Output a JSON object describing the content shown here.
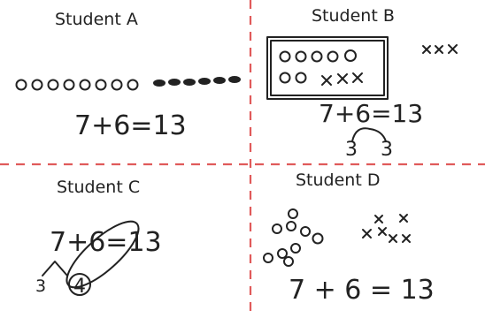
{
  "quadrants": {
    "a": {
      "title": "Student A",
      "equation": "7+6=13"
    },
    "b": {
      "title": "Student B",
      "equation": "7+6=13",
      "split_left": "3",
      "split_right": "3"
    },
    "c": {
      "title": "Student C",
      "equation": "7+6=13",
      "split_left": "3",
      "split_right": "4"
    },
    "d": {
      "title": "Student D",
      "equation": "7 + 6 = 13"
    }
  },
  "colors": {
    "ink": "#222222",
    "divider": "#e05a5a"
  }
}
